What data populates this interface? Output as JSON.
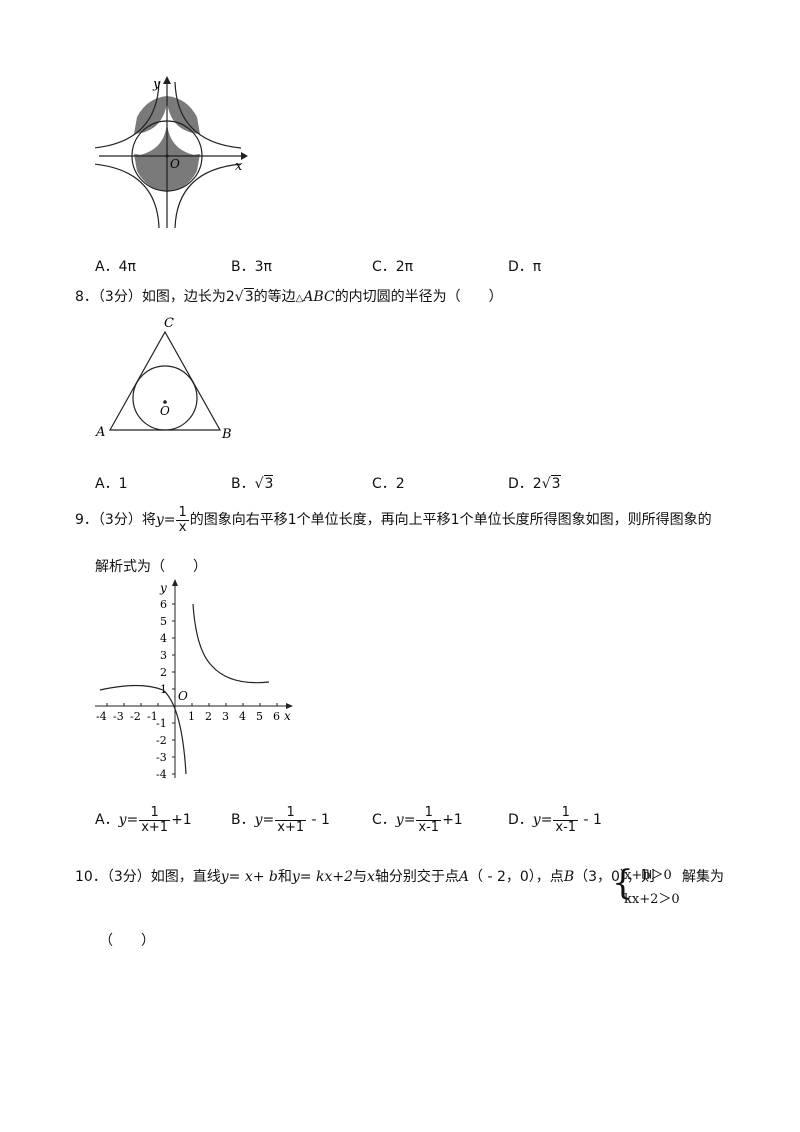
{
  "q7": {
    "options": [
      "A．4π",
      "B．3π",
      "C．2π",
      "D．π"
    ],
    "fig": {
      "y_label": "y",
      "x_label": "x",
      "origin": "O"
    }
  },
  "q8": {
    "number": "8．",
    "score": "（3分）",
    "stem_pre": "如图，边长为",
    "coef": "2",
    "radicand": "3",
    "stem_mid": "的等边",
    "tri": "△",
    "abc": "ABC",
    "stem_post": "的内切圆的半径为（　　）",
    "fig": {
      "A": "A",
      "B": "B",
      "C": "C",
      "O": "O"
    },
    "options": {
      "a": "A．1",
      "b_prefix": "B．",
      "b_rad": "3",
      "c": "C．2",
      "d_prefix": "D．2",
      "d_rad": "3"
    }
  },
  "q9": {
    "number": "9．",
    "score": "（3分）",
    "stem_pre": "将",
    "y_eq": "y=",
    "num": "1",
    "den": "x",
    "stem_post": "的图象向右平移1个单位长度，再向上平移1个单位长度所得图象如图，则所得图象的",
    "line2": "解析式为（　　）",
    "fig": {
      "y_label": "y",
      "x_label": "x",
      "origin": "O",
      "y_ticks": [
        "6",
        "5",
        "4",
        "3",
        "2",
        "1",
        "-1",
        "-2",
        "-3",
        "-4"
      ],
      "x_ticks": [
        "-4",
        "-3",
        "-2",
        "-1",
        "1",
        "2",
        "3",
        "4",
        "5",
        "6"
      ]
    },
    "options": [
      {
        "prefix": "A．",
        "y": "y=",
        "num": "1",
        "den": "x+1",
        "tail": "+1"
      },
      {
        "prefix": "B．",
        "y": "y=",
        "num": "1",
        "den": "x+1",
        "tail": " - 1"
      },
      {
        "prefix": "C．",
        "y": "y=",
        "num": "1",
        "den": "x-1",
        "tail": "+1"
      },
      {
        "prefix": "D．",
        "y": "y=",
        "num": "1",
        "den": "x-1",
        "tail": " - 1"
      }
    ]
  },
  "q10": {
    "number": "10．",
    "score": "（3分）",
    "t1": "如图，直线",
    "eq1": "y= x+ b",
    "t2": "和",
    "eq2": "y= kx+2",
    "t3": "与",
    "xvar": "x",
    "t4": "轴分别交于点",
    "ptA": "A",
    "coordA": "（ - 2，0），点",
    "ptB": "B",
    "coordB": "（3，0），则",
    "sys1": "x+b＞0",
    "sys2": "kx+2＞0",
    "t5": "解集为",
    "line2": "（　　）"
  }
}
